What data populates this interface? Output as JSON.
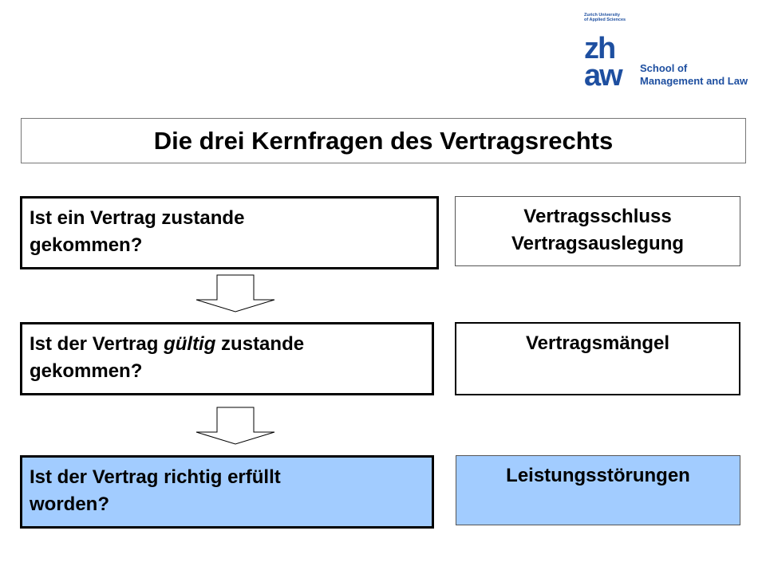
{
  "logo": {
    "university_lines": [
      "Zurich University",
      "of Applied Sciences"
    ],
    "mark_lines": [
      "zh",
      "aw"
    ],
    "school_lines": [
      "School of",
      "Management and Law"
    ],
    "color": "#1e4fa0"
  },
  "title": "Die drei Kernfragen des Vertragsrechts",
  "questions": [
    {
      "line1": "Ist ein Vertrag zustande",
      "line2": "gekommen?"
    },
    {
      "line1_pre": "Ist der Vertrag ",
      "line1_em": "gültig",
      "line1_post": " zustande",
      "line2": "gekommen?"
    },
    {
      "line1": "Ist der Vertrag richtig erfüllt",
      "line2": "worden?"
    }
  ],
  "answers": [
    {
      "line1": "Vertragsschluss",
      "line2": "Vertragsauslegung"
    },
    {
      "line1": "Vertragsmängel"
    },
    {
      "line1": "Leistungsstörungen"
    }
  ],
  "colors": {
    "highlight": "#a2ccff",
    "border": "#000000"
  },
  "icons": [
    "down-arrow-icon",
    "down-arrow-icon"
  ]
}
